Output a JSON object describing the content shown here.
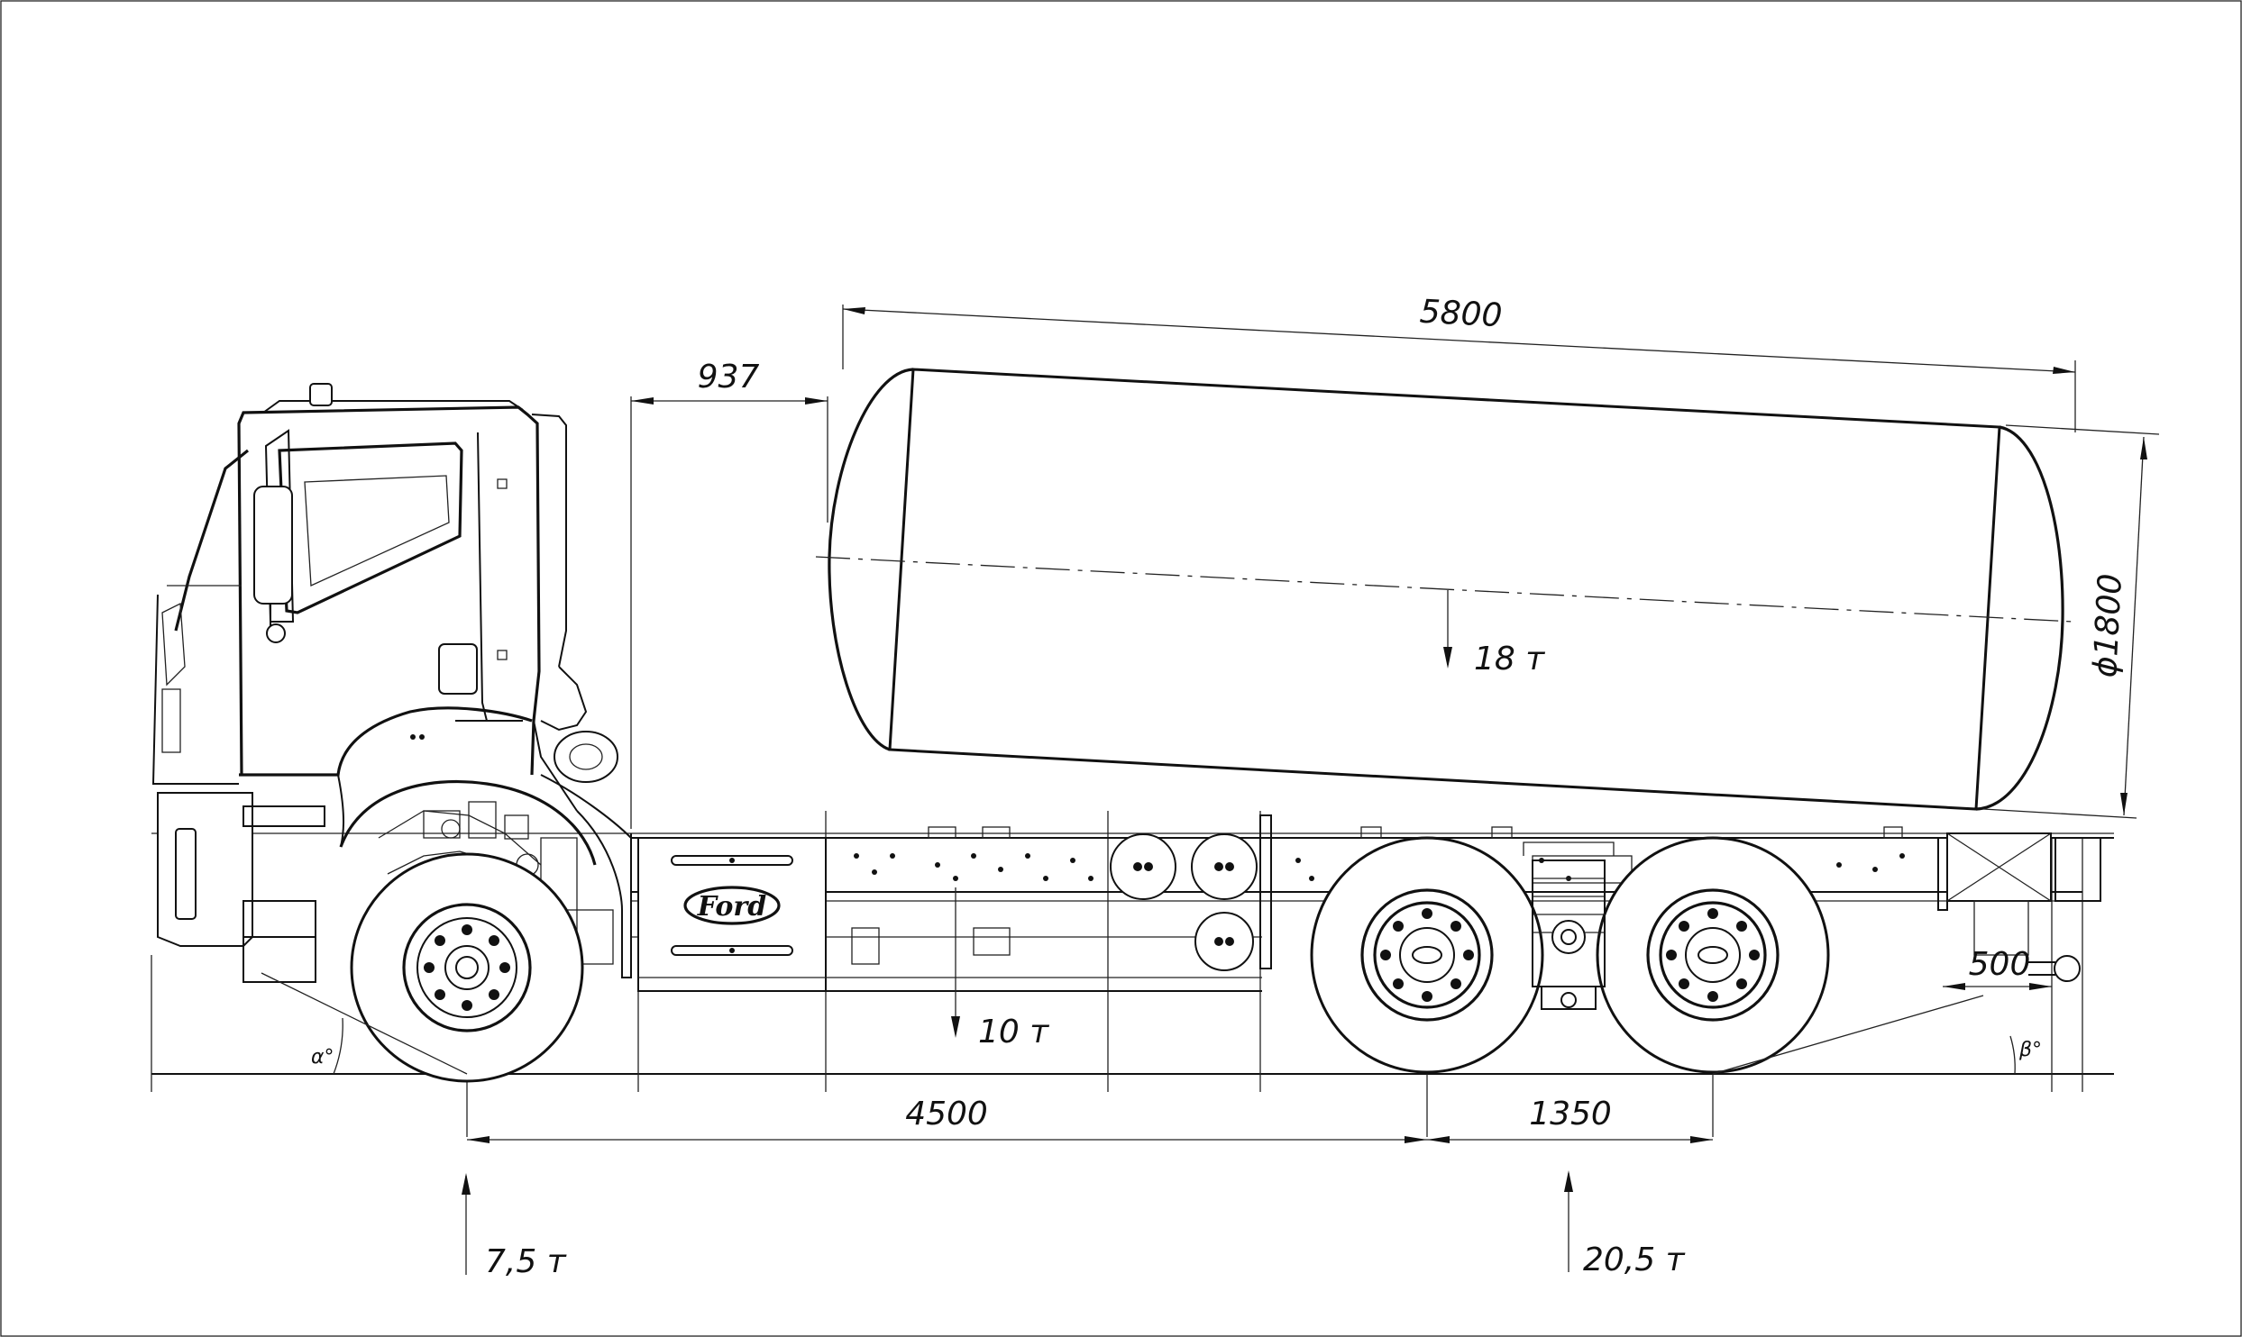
{
  "drawing": {
    "dimensions": {
      "tank_length": "5800",
      "front_gap": "937",
      "tank_diameter": "ϕ1800",
      "wheelbase": "4500",
      "tandem_spacing": "1350",
      "overhang": "500"
    },
    "loads": {
      "tank_load": "18 т",
      "chassis_load": "10 т",
      "front_axle_load": "7,5 т",
      "rear_axle_load": "20,5 т"
    },
    "angles": {
      "approach": "α°",
      "departure": "β°"
    },
    "brand_logo": "Ford",
    "colors": {
      "line": "#111111",
      "background": "#ffffff"
    }
  }
}
